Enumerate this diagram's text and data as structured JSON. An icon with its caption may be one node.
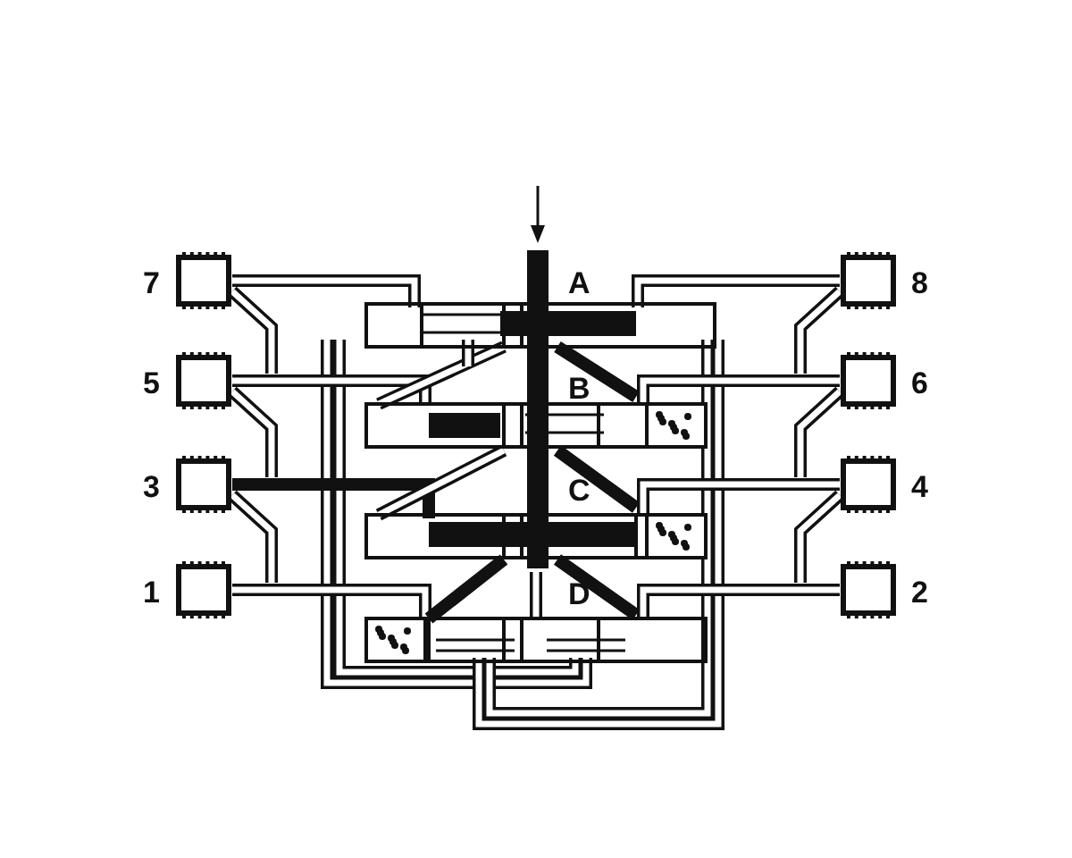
{
  "diagram": {
    "labels": [
      "7",
      "A",
      "8",
      "5",
      "B",
      "6",
      "3",
      "C",
      "4",
      "1",
      "D",
      "2"
    ]
  }
}
